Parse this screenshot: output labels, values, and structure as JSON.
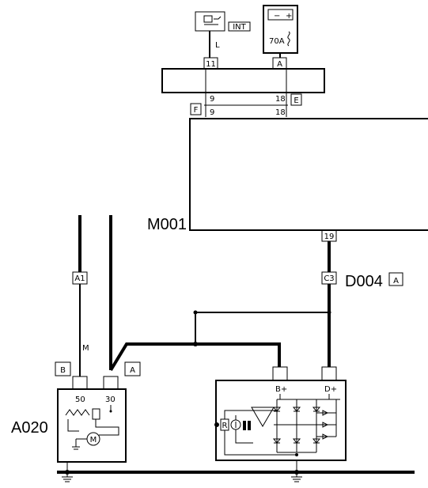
{
  "top": {
    "int_label": "INT",
    "wire_label": "L",
    "fuse_label": "70A",
    "battery_minus": "−",
    "battery_plus": "+"
  },
  "connectors": {
    "pin_11": "11",
    "pin_a_top": "A",
    "pin_9_top": "9",
    "pin_18_top": "18",
    "tag_e": "E",
    "tag_f": "F",
    "pin_9_bottom": "9",
    "pin_18_bottom": "18",
    "pin_19": "19",
    "pin_a1": "A1",
    "pin_c3": "C3",
    "wire_m": "M",
    "tag_b": "B",
    "tag_a_left": "A",
    "tag_a_right": "A"
  },
  "modules": {
    "m001": "M001",
    "d004": "D004",
    "a020": "A020"
  },
  "starter": {
    "pin_50": "50",
    "pin_30": "30",
    "motor": "M"
  },
  "alternator": {
    "pin_b_plus": "B+",
    "pin_d_plus": "D+",
    "regulator": "R"
  }
}
